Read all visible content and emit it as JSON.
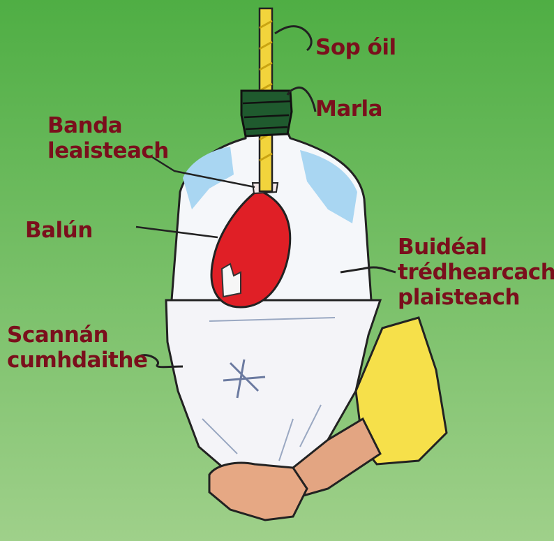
{
  "colors": {
    "background_top": "#4fae44",
    "background_bottom": "#9fd08a",
    "label_text": "#7a0f1c",
    "balloon": "#e01f26",
    "straw": "#f2d43c",
    "clay": "#1f5a2e",
    "film": "#f4f4f8",
    "bottle_tint": "#a9d6f2"
  },
  "labels": {
    "straw": "Sop óil",
    "clay": "Marla",
    "rubber_band": [
      "Banda",
      "leaisteach"
    ],
    "balloon": "Balún",
    "bottle": [
      "Buidéal",
      "trédhearcach",
      "plaisteach"
    ],
    "film": [
      "Scannán",
      "cumhdaithe"
    ]
  }
}
